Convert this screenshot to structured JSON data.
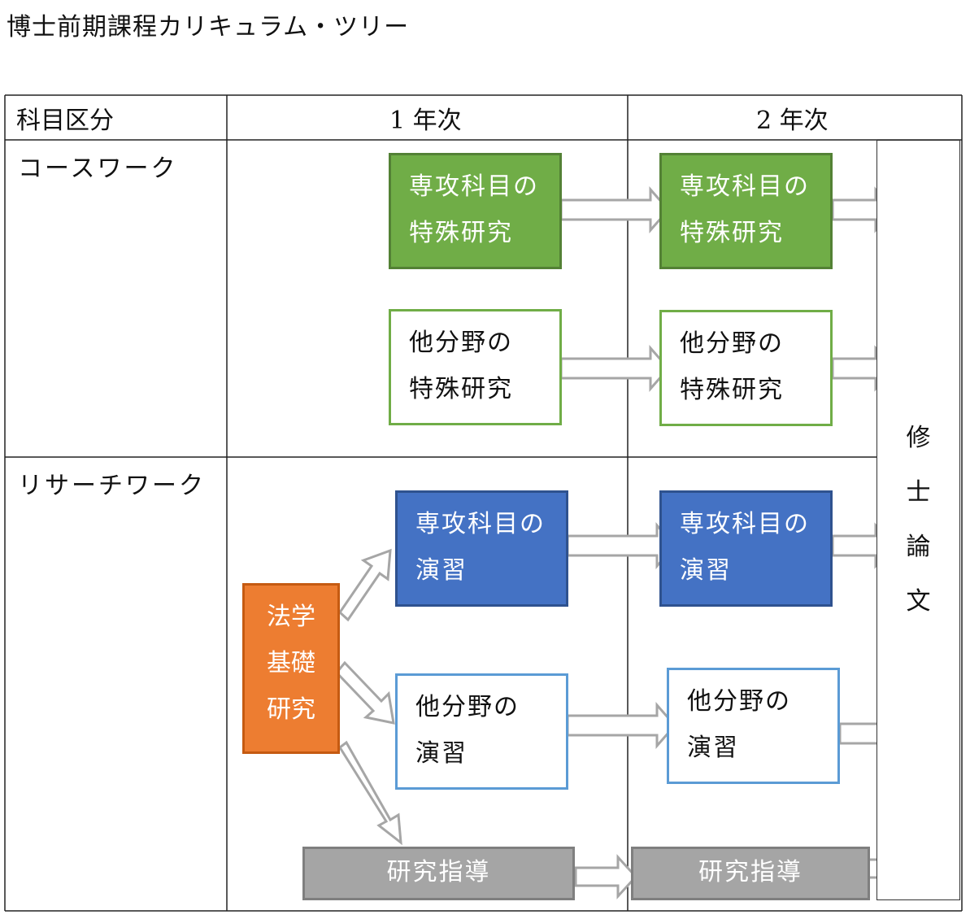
{
  "title": "博士前期課程カリキュラム・ツリー",
  "table": {
    "header_category": "科目区分",
    "header_year1": "1 年次",
    "header_year2": "2 年次",
    "row_coursework": "コースワーク",
    "row_researchwork": "リサーチワーク"
  },
  "boxes": {
    "major_special_y1": [
      "専攻科目の",
      "特殊研究"
    ],
    "major_special_y2": [
      "専攻科目の",
      "特殊研究"
    ],
    "other_special_y1": [
      "他分野の",
      "特殊研究"
    ],
    "other_special_y2": [
      "他分野の",
      "特殊研究"
    ],
    "major_seminar_y1": [
      "専攻科目の",
      "演習"
    ],
    "major_seminar_y2": [
      "専攻科目の",
      "演習"
    ],
    "other_seminar_y1": [
      "他分野の",
      "演習"
    ],
    "other_seminar_y2": [
      "他分野の",
      "演習"
    ],
    "law_basic": [
      "法学",
      "基礎",
      "研究"
    ],
    "guidance_y1": "研究指導",
    "guidance_y2": "研究指導",
    "thesis": [
      "修",
      "士",
      "論",
      "文"
    ]
  },
  "colors": {
    "green": "#70ad47",
    "blue": "#4472c4",
    "orange": "#ed7d31",
    "gray": "#a5a5a5",
    "arrow_stroke": "#a6a6a6"
  }
}
